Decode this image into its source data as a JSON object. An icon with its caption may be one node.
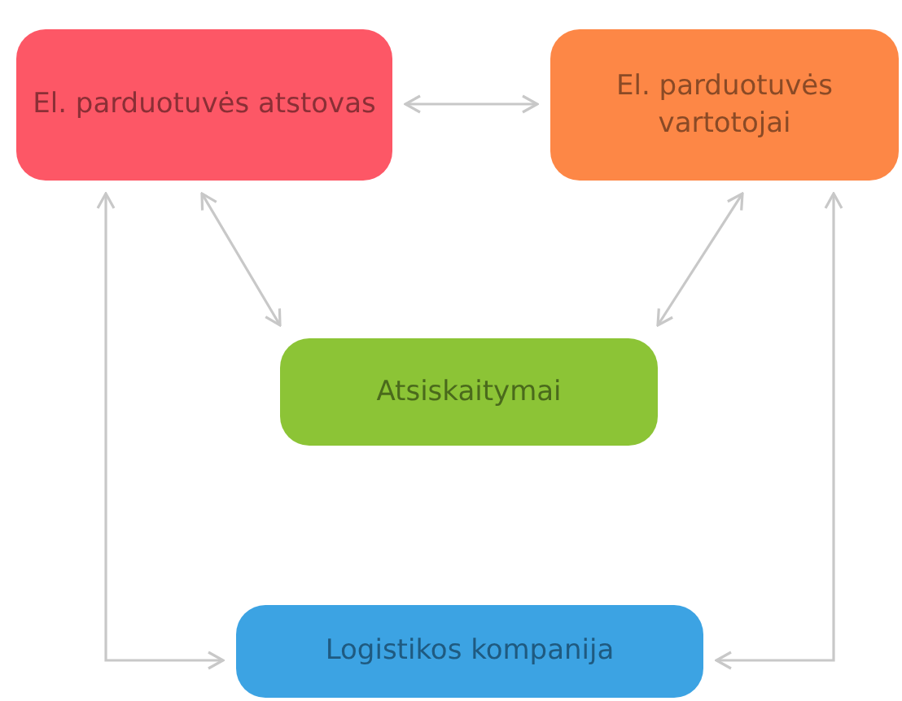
{
  "diagram": {
    "nodes": [
      {
        "text": [
          "El. parduotuvės atstovas"
        ]
      },
      {
        "text": [
          "El. parduotuvės vartotojai"
        ]
      },
      {
        "text": [
          "Atsiskaitymai"
        ]
      },
      {
        "text": [
          "Logistikos kompanija"
        ]
      }
    ],
    "edges": [
      {
        "from": 0,
        "to": 1,
        "arrow": "both"
      },
      {
        "from": 0,
        "to": 2,
        "arrow": "both"
      },
      {
        "from": 1,
        "to": 2,
        "arrow": "both"
      },
      {
        "from": 3,
        "to": 0,
        "arrow": "both"
      },
      {
        "from": 3,
        "to": 1,
        "arrow": "both"
      }
    ]
  }
}
